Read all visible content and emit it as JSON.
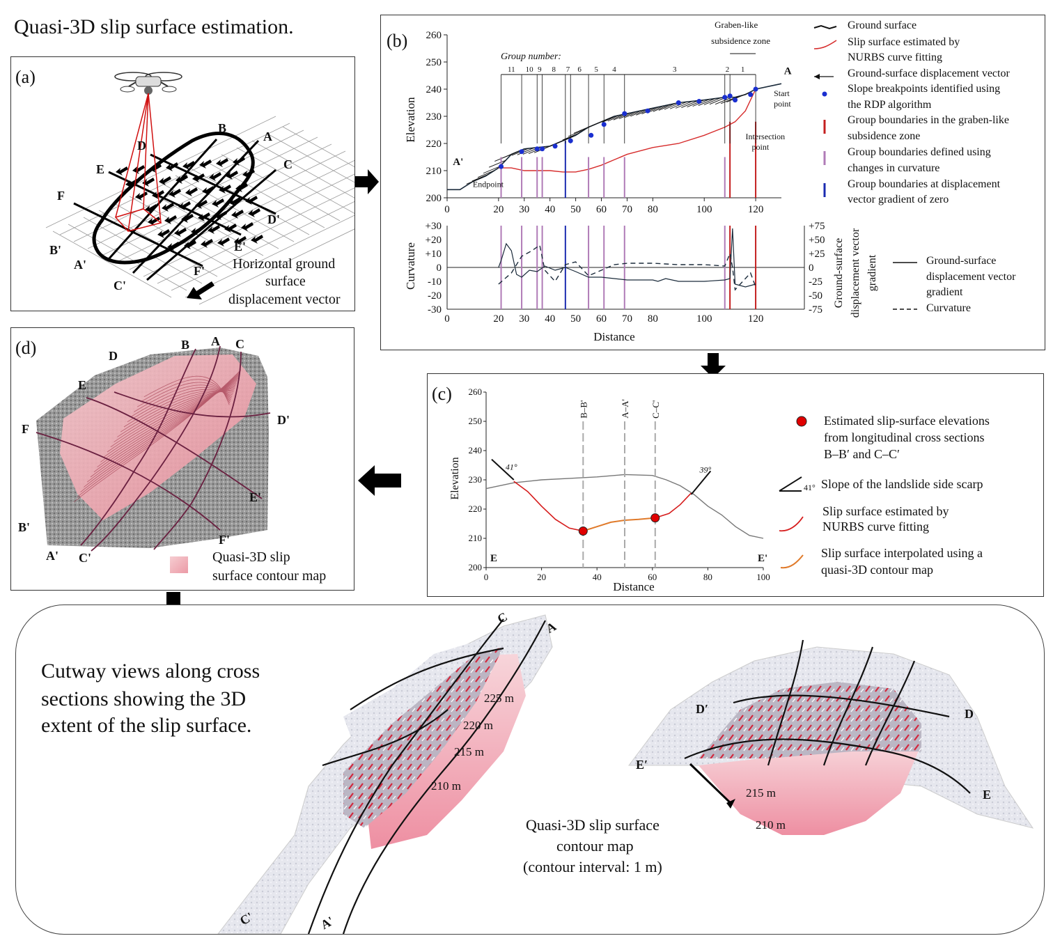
{
  "page_title": "Quasi-3D slip surface estimation.",
  "panel_a": {
    "label": "(a)",
    "points": [
      "A",
      "B",
      "C",
      "D",
      "E",
      "F",
      "A'",
      "B'",
      "C'",
      "D'",
      "E'",
      "F'"
    ],
    "legend": [
      "Horizontal ground",
      "surface",
      "displacement vector"
    ]
  },
  "panel_b": {
    "label": "(b)",
    "top_ylabel": "Elevation",
    "group_title": "Group number:",
    "groups": [
      "11",
      "10",
      "9",
      "8",
      "7",
      "6",
      "5",
      "4",
      "3",
      "2",
      "1"
    ],
    "graben_label": [
      "Graben-like",
      "subsidence zone"
    ],
    "start_point": [
      "Start",
      "point"
    ],
    "intersection_point": [
      "Intersection",
      "point"
    ],
    "endpoint": "Endpoint",
    "A_label": "A",
    "Aprime_label": "A'",
    "top_yticks": [
      "260",
      "250",
      "240",
      "230",
      "220",
      "210",
      "200"
    ],
    "xticks": [
      "0",
      "20",
      "30",
      "40",
      "50",
      "60",
      "70",
      "80",
      "100",
      "120"
    ],
    "bottom_ylabel_left": "Curvature",
    "bottom_ylabel_right": [
      "Ground-surface",
      "displacement vector",
      "gradient"
    ],
    "bottom_left_ticks": [
      "+30",
      "+20",
      "+10",
      "0",
      "-10",
      "-20",
      "-30"
    ],
    "bottom_right_ticks": [
      "+75",
      "+50",
      "+25",
      "0",
      "-25",
      "-50",
      "-75"
    ],
    "xlabel": "Distance",
    "legend": [
      {
        "key": "ground",
        "text": [
          "Ground surface"
        ]
      },
      {
        "key": "slip",
        "text": [
          "Slip surface estimated by",
          "NURBS curve fitting"
        ]
      },
      {
        "key": "vector",
        "text": [
          "Ground-surface displacement vector"
        ]
      },
      {
        "key": "breakpoints",
        "text": [
          "Slope breakpoints identified using",
          "the RDP algorithm"
        ]
      },
      {
        "key": "graben",
        "text": [
          "Group boundaries in the graben-like",
          "subsidence zone"
        ]
      },
      {
        "key": "curv",
        "text": [
          "Group boundaries defined using",
          "changes in curvature"
        ]
      },
      {
        "key": "zero",
        "text": [
          "Group boundaries at displacement",
          "vector gradient of zero"
        ]
      }
    ],
    "legend2": [
      {
        "key": "solid",
        "text": [
          "Ground-surface",
          "displacement vector",
          "gradient"
        ]
      },
      {
        "key": "dashed",
        "text": [
          "Curvature"
        ]
      }
    ],
    "colors": {
      "slip": "#d62b2b",
      "breakpoint": "#1a2fd0",
      "graben": "#c41f1f",
      "curv": "#b07bb7",
      "zero": "#1b2bb0",
      "ground": "#1a2a3a"
    }
  },
  "panel_c": {
    "label": "(c)",
    "ylabel": "Elevation",
    "yticks": [
      "260",
      "250",
      "240",
      "230",
      "220",
      "210",
      "200"
    ],
    "xticks": [
      "0",
      "20",
      "40",
      "60",
      "80",
      "100"
    ],
    "xlabel": "Distance",
    "E_label": "E",
    "Eprime_label": "E'",
    "sections": [
      "B–B'",
      "A–A'",
      "C–C'"
    ],
    "angle_left": "41°",
    "angle_right": "39°",
    "legend": [
      {
        "key": "dot",
        "text": [
          "Estimated slip-surface elevations",
          "from longitudinal cross sections",
          "B–B′ and C–C′"
        ]
      },
      {
        "key": "slope",
        "text": [
          "Slope of the landslide side scarp"
        ],
        "angle": "41°"
      },
      {
        "key": "red",
        "text": [
          "Slip surface estimated by",
          "NURBS curve fitting"
        ]
      },
      {
        "key": "orange",
        "text": [
          "Slip surface interpolated using a",
          "quasi-3D contour map"
        ]
      }
    ]
  },
  "panel_d": {
    "label": "(d)",
    "points": [
      "D",
      "B",
      "A",
      "C",
      "E",
      "F",
      "D'",
      "E'",
      "B'",
      "A'",
      "C'",
      "F'"
    ],
    "legend": [
      "Quasi-3D slip",
      "surface contour map"
    ]
  },
  "bottom": {
    "caption": [
      "Cutway views along cross",
      "sections showing the 3D",
      "extent of the slip surface."
    ],
    "left_labels": {
      "C": "C",
      "A": "A",
      "Cp": "C'",
      "Ap": "A'"
    },
    "left_contours": [
      "225 m",
      "220 m",
      "215 m",
      "210 m"
    ],
    "right_labels": {
      "Dp": "D′",
      "D": "D",
      "Ep": "E′",
      "E": "E"
    },
    "right_contours": [
      "215 m",
      "210 m"
    ],
    "note": [
      "Quasi-3D slip surface",
      "contour map",
      "(contour interval: 1 m)"
    ]
  }
}
